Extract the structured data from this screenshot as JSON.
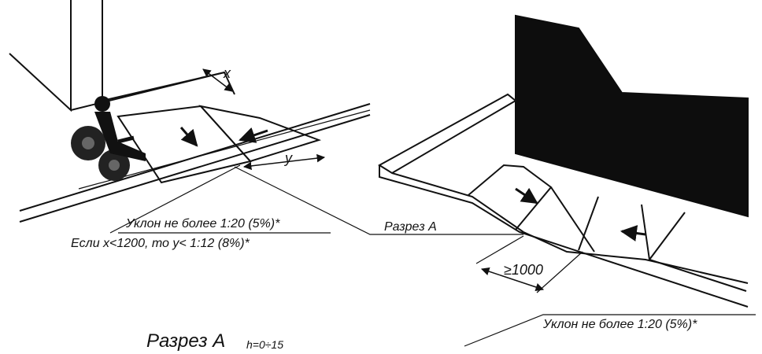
{
  "labels": {
    "x_mark": "x",
    "y_mark": "y",
    "slope_left": "Уклон не более 1:20 (5%)*",
    "condition": "Если x<1200, то y< 1:12 (8%)*",
    "section_label": "Разрез A",
    "min_width": "≥1000",
    "slope_right": "Уклон не более 1:20 (5%)*",
    "section_title": "Разрез A",
    "height_note": "h=0÷15"
  },
  "colors": {
    "ink": "#111111",
    "fill_dark": "#0d0d0d",
    "paper": "#ffffff"
  },
  "icons": [
    "wheelchair-user-icon",
    "slope-arrow-icon"
  ]
}
